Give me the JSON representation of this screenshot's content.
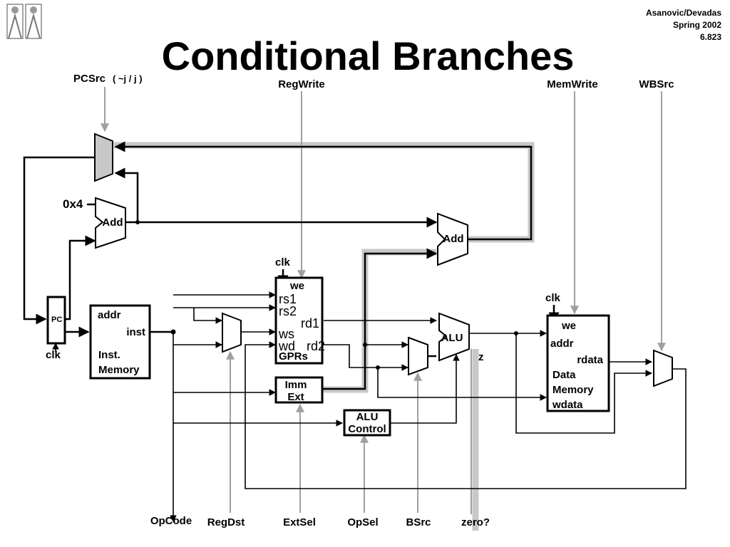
{
  "slide": {
    "title": "Conditional Branches",
    "header": [
      "Asanovic/Devadas",
      "Spring 2002",
      "6.823"
    ]
  },
  "signals": {
    "pcsrc": "PCSrc",
    "pcsrc_opts": "( ~j / j )",
    "regwrite": "RegWrite",
    "memwrite": "MemWrite",
    "wbsrc": "WBSrc",
    "opcode": "OpCode",
    "regdst": "RegDst",
    "extsel": "ExtSel",
    "opsel": "OpSel",
    "bsrc": "BSrc",
    "zero": "zero?"
  },
  "components": {
    "const4": "0x4",
    "add1": "Add",
    "add2": "Add",
    "pc": "PC",
    "pc_clk": "clk",
    "imem": {
      "addr": "addr",
      "inst": "inst",
      "name1": "Inst.",
      "name2": "Memory"
    },
    "gpr": {
      "clk": "clk",
      "we": "we",
      "rs1": "rs1",
      "rs2": "rs2",
      "rd1": "rd1",
      "ws": "ws",
      "wd": "wd",
      "rd2": "rd2",
      "name": "GPRs"
    },
    "imm": {
      "line1": "Imm",
      "line2": "Ext"
    },
    "alu": "ALU",
    "alu_z": "z",
    "aluctl": {
      "line1": "ALU",
      "line2": "Control"
    },
    "dmem": {
      "clk": "clk",
      "we": "we",
      "addr": "addr",
      "rdata": "rdata",
      "name1": "Data",
      "name2": "Memory",
      "wdata": "wdata"
    }
  },
  "colors": {
    "highlight": "#c8c8c8",
    "control": "#a0a0a0",
    "wire": "#000000"
  },
  "icons": {
    "logo": "mit-logo-icon"
  }
}
